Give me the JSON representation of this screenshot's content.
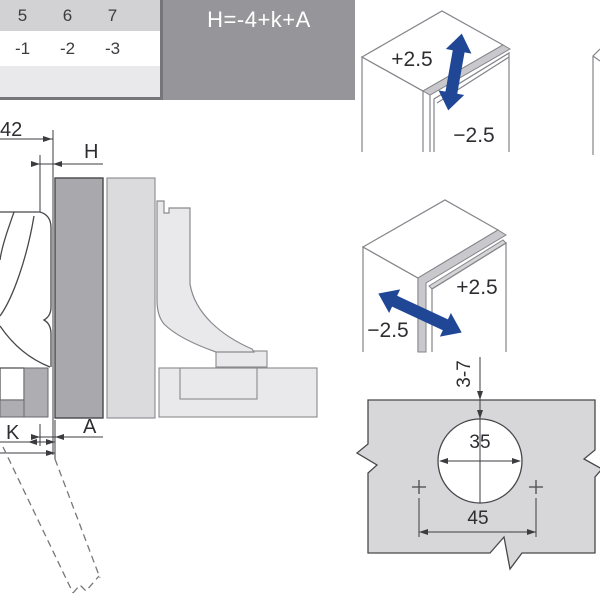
{
  "table": {
    "row_k": [
      "5",
      "6",
      "7"
    ],
    "row_h": [
      "-1",
      "-2",
      "-3"
    ]
  },
  "formula": "H=-4+k+A",
  "section": {
    "dim_top": "42",
    "label_h": "H",
    "label_k": "K",
    "label_a": "A"
  },
  "adjust_vertical": {
    "plus": "+2.5",
    "minus": "−2.5"
  },
  "adjust_depth": {
    "plus": "+2.5",
    "minus": "−2.5"
  },
  "drilling": {
    "edge_distance": "3-7",
    "cup_hole_diameter": "35",
    "screw_spacing": "45"
  },
  "colors": {
    "arrow_blue": "#1f4796",
    "door_panel": "#a9a9ad",
    "side_panel": "#dbdbdd",
    "formula_bg": "#96969a"
  }
}
